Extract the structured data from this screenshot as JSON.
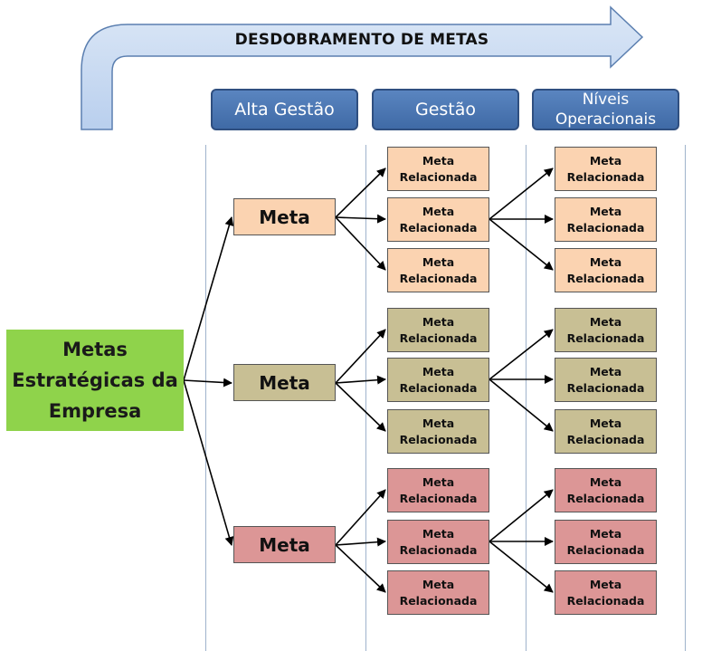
{
  "banner": {
    "title": "DESDOBRAMENTO DE METAS"
  },
  "columns": [
    {
      "label": "Alta Gestão"
    },
    {
      "label": "Gestão"
    },
    {
      "label": "Níveis Operacionais"
    }
  ],
  "root": {
    "label": "Metas Estratégicas da Empresa"
  },
  "goals": [
    {
      "label": "Meta",
      "color": "#fbd3b1",
      "level2": [
        "Meta Relacionada",
        "Meta Relacionada",
        "Meta Relacionada"
      ],
      "level3": [
        "Meta Relacionada",
        "Meta Relacionada",
        "Meta Relacionada"
      ]
    },
    {
      "label": "Meta",
      "color": "#c8bf94",
      "level2": [
        "Meta Relacionada",
        "Meta Relacionada",
        "Meta Relacionada"
      ],
      "level3": [
        "Meta Relacionada",
        "Meta Relacionada",
        "Meta Relacionada"
      ]
    },
    {
      "label": "Meta",
      "color": "#dc9696",
      "level2": [
        "Meta Relacionada",
        "Meta Relacionada",
        "Meta Relacionada"
      ],
      "level3": [
        "Meta Relacionada",
        "Meta Relacionada",
        "Meta Relacionada"
      ]
    }
  ],
  "colors": {
    "header": "#4a76b3",
    "banner": "#c5d9f0",
    "root": "#8fd34b"
  }
}
